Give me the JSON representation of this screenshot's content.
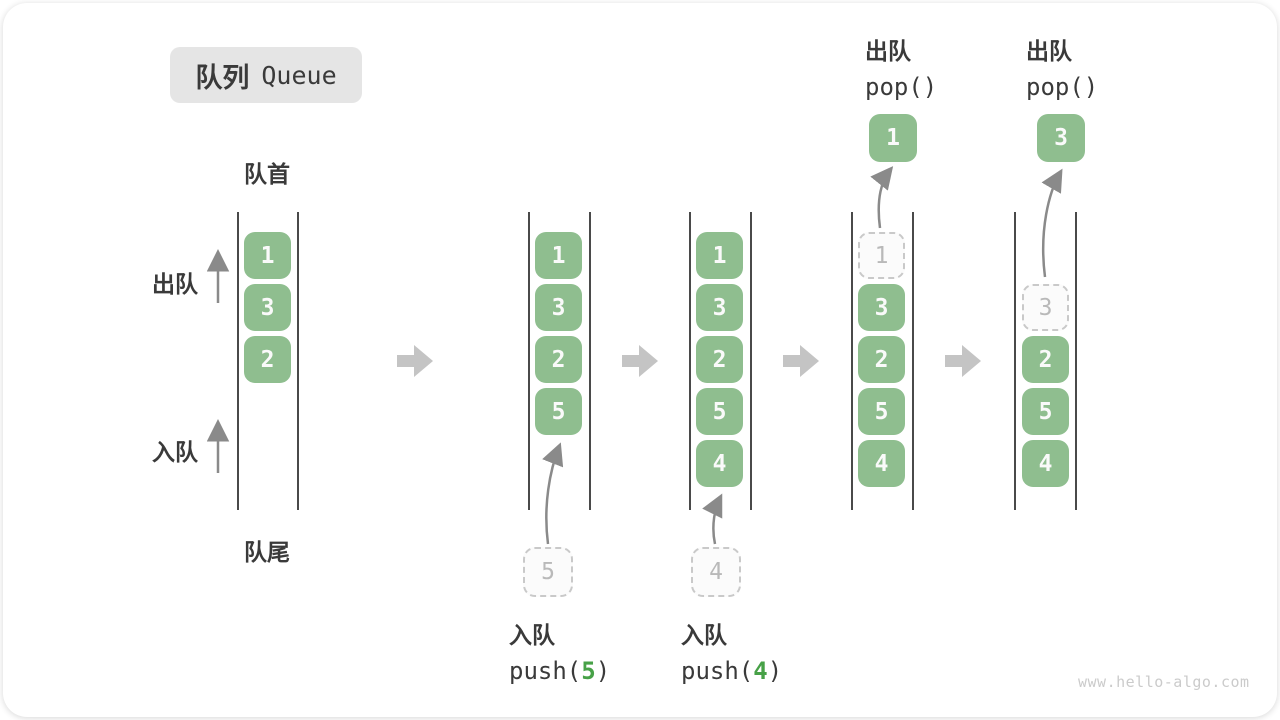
{
  "title": {
    "zh": "队列",
    "en": "Queue"
  },
  "labels": {
    "front": "队首",
    "rear": "队尾",
    "dequeue": "出队",
    "enqueue": "入队"
  },
  "annotations": {
    "push5": {
      "action": "入队",
      "prefix": "push(",
      "arg": "5",
      "suffix": ")"
    },
    "push4": {
      "action": "入队",
      "prefix": "push(",
      "arg": "4",
      "suffix": ")"
    },
    "pop1": {
      "action": "出队",
      "call": "pop()"
    },
    "pop3": {
      "action": "出队",
      "call": "pop()"
    }
  },
  "states": [
    {
      "cells": [
        {
          "v": "1"
        },
        {
          "v": "3"
        },
        {
          "v": "2"
        }
      ]
    },
    {
      "cells": [
        {
          "v": "1"
        },
        {
          "v": "3"
        },
        {
          "v": "2"
        },
        {
          "v": "5"
        }
      ],
      "incoming": {
        "v": "5"
      }
    },
    {
      "cells": [
        {
          "v": "1"
        },
        {
          "v": "3"
        },
        {
          "v": "2"
        },
        {
          "v": "5"
        },
        {
          "v": "4"
        }
      ],
      "incoming": {
        "v": "4"
      }
    },
    {
      "cells": [
        {
          "v": "1",
          "ghost": true
        },
        {
          "v": "3"
        },
        {
          "v": "2"
        },
        {
          "v": "5"
        },
        {
          "v": "4"
        }
      ],
      "popped": {
        "v": "1"
      }
    },
    {
      "cells": [
        {
          "v": "3",
          "ghost": true
        },
        {
          "v": "2"
        },
        {
          "v": "5"
        },
        {
          "v": "4"
        }
      ],
      "popped": {
        "v": "3"
      }
    }
  ],
  "watermark": "www.hello-algo.com",
  "colors": {
    "cell_green": "#8FBE8F",
    "accent_green": "#47A147",
    "thin_arrow_gray": "#8A8A8A",
    "block_arrow_gray": "#C4C4C4",
    "channel_line": "#4A4A4A",
    "text_dark": "#3A3A3A",
    "badge_bg": "#E5E5E5",
    "ghost_border": "#C9C9C9",
    "ghost_text": "#B9B9B9"
  }
}
